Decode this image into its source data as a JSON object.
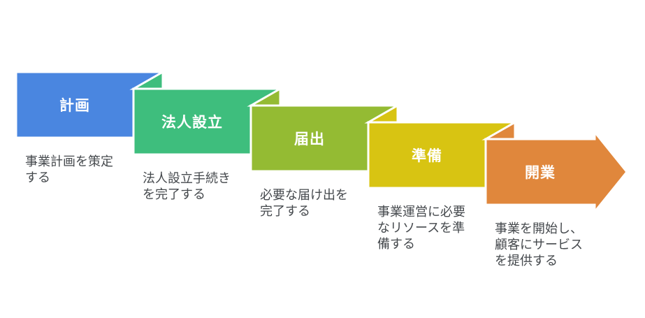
{
  "diagram": {
    "type": "step-cascade-process",
    "background_color": "#ffffff",
    "description_text_color": "#45494d",
    "label_text_color": "#ffffff",
    "steps": [
      {
        "label": "計画",
        "description": "事業計画を策定\nする",
        "color": "#4a86e0"
      },
      {
        "label": "法人設立",
        "description": "法人設立手続き\nを完了する",
        "color": "#3ebe7d"
      },
      {
        "label": "届出",
        "description": "必要な届け出を\n完了する",
        "color": "#94bb33"
      },
      {
        "label": "準備",
        "description": "事業運営に必要\nなリソースを準\n備する",
        "color": "#d8c412"
      },
      {
        "label": "開業",
        "description": "事業を開始し、\n顧客にサービス\nを提供する",
        "color": "#e0873c"
      }
    ]
  }
}
